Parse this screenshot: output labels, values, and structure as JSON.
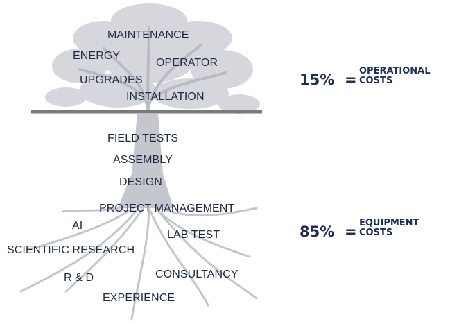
{
  "canopy_labels": {
    "maintenance": "MAINTENANCE",
    "energy": "ENERGY",
    "operator": "OPERATOR",
    "upgrades": "UPGRADES",
    "installation": "INSTALLATION"
  },
  "root_labels": {
    "field_tests": "FIELD TESTS",
    "assembly": "ASSEMBLY",
    "design": "DESIGN",
    "project_management": "PROJECT MANAGEMENT",
    "ai": "AI",
    "lab_test": "LAB TEST",
    "scientific_research": "SCIENTIFIC RESEARCH",
    "r_and_d": "R & D",
    "consultancy": "CONSULTANCY",
    "experience": "EXPERIENCE"
  },
  "costs": {
    "operational": {
      "percent": "15%",
      "equals": "=",
      "line1": "OPERATIONAL",
      "line2": "COSTS"
    },
    "equipment": {
      "percent": "85%",
      "equals": "=",
      "line1": "EQUIPMENT",
      "line2": "COSTS"
    }
  },
  "colors": {
    "text": "#1f2a44",
    "accent": "#1f2f5c",
    "tree": "#c9cbd0",
    "ground_line": "#7a7a7a"
  }
}
